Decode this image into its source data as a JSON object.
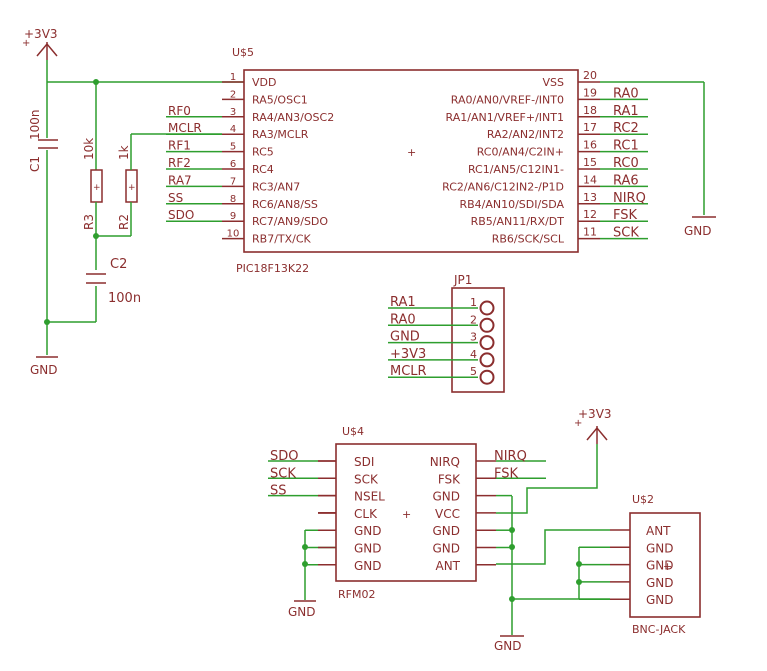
{
  "power": {
    "vcc_label": "+3V3",
    "gnd_label": "GND"
  },
  "u5": {
    "ref": "U$5",
    "part": "PIC18F13K22",
    "left_pins": [
      {
        "num": "1",
        "name": "VDD",
        "net": ""
      },
      {
        "num": "2",
        "name": "RA5/OSC1",
        "net": ""
      },
      {
        "num": "3",
        "name": "RA4/AN3/OSC2",
        "net": "RF0"
      },
      {
        "num": "4",
        "name": "RA3/MCLR",
        "net": "MCLR"
      },
      {
        "num": "5",
        "name": "RC5",
        "net": "RF1"
      },
      {
        "num": "6",
        "name": "RC4",
        "net": "RF2"
      },
      {
        "num": "7",
        "name": "RC3/AN7",
        "net": "RA7"
      },
      {
        "num": "8",
        "name": "RC6/AN8/SS",
        "net": "SS"
      },
      {
        "num": "9",
        "name": "RC7/AN9/SDO",
        "net": "SDO"
      },
      {
        "num": "10",
        "name": "RB7/TX/CK",
        "net": ""
      }
    ],
    "right_pins": [
      {
        "num": "20",
        "name": "VSS",
        "net": ""
      },
      {
        "num": "19",
        "name": "RA0/AN0/VREF-/INT0",
        "net": "RA0"
      },
      {
        "num": "18",
        "name": "RA1/AN1/VREF+/INT1",
        "net": "RA1"
      },
      {
        "num": "17",
        "name": "RA2/AN2/INT2",
        "net": "RC2"
      },
      {
        "num": "16",
        "name": "RC0/AN4/C2IN+",
        "net": "RC1"
      },
      {
        "num": "15",
        "name": "RC1/AN5/C12IN1-",
        "net": "RC0"
      },
      {
        "num": "14",
        "name": "RC2/AN6/C12IN2-/P1D",
        "net": "RA6"
      },
      {
        "num": "13",
        "name": "RB4/AN10/SDI/SDA",
        "net": "NIRQ"
      },
      {
        "num": "12",
        "name": "RB5/AN11/RX/DT",
        "net": "FSK"
      },
      {
        "num": "11",
        "name": "RB6/SCK/SCL",
        "net": "SCK"
      }
    ]
  },
  "c1": {
    "ref": "C1",
    "value": "100n"
  },
  "c2": {
    "ref": "C2",
    "value": "100n"
  },
  "r3": {
    "ref": "R3",
    "value": "10k"
  },
  "r2": {
    "ref": "R2",
    "value": "1k"
  },
  "jp1": {
    "ref": "JP1",
    "pins": [
      {
        "num": "1",
        "net": "RA1"
      },
      {
        "num": "2",
        "net": "RA0"
      },
      {
        "num": "3",
        "net": "GND"
      },
      {
        "num": "4",
        "net": "+3V3"
      },
      {
        "num": "5",
        "net": "MCLR"
      }
    ]
  },
  "u4": {
    "ref": "U$4",
    "part": "RFM02",
    "left_pins": [
      "SDI",
      "SCK",
      "NSEL",
      "CLK",
      "GND",
      "GND",
      "GND"
    ],
    "right_pins": [
      "NIRQ",
      "FSK",
      "GND",
      "VCC",
      "GND",
      "GND",
      "ANT"
    ],
    "left_nets": [
      "SDO",
      "SCK",
      "SS"
    ],
    "right_nets": [
      "NIRQ",
      "FSK"
    ]
  },
  "u2": {
    "ref": "U$2",
    "part": "BNC-JACK",
    "pins": [
      "ANT",
      "GND",
      "GND",
      "GND",
      "GND"
    ]
  },
  "colors": {
    "wire": "#2e9e2e",
    "symbol": "#8b2e2e"
  }
}
